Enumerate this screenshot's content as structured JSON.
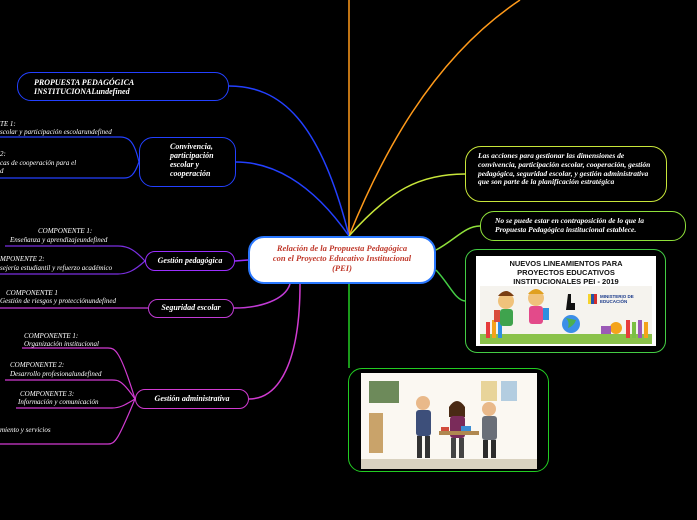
{
  "central": "Relación de la Propuesta Pedagógica con el Proyecto Educativo Institucional (PEI)",
  "left": {
    "propuesta": "PROPUESTA PEDAGÓGICA INSTITUCIONALundefined",
    "convivencia": {
      "title": "Convivencia, participación escolar y cooperación",
      "comp1_title": "TE 1:",
      "comp1_desc": "scolar y participación escolarundefined",
      "comp2_title": "2:",
      "comp2_desc_a": "cas de cooperación para el",
      "comp2_desc_b": "d"
    },
    "gestion_pedagogica": {
      "title": "Gestión pedagógica",
      "comp1_title": "COMPONENTE 1:",
      "comp1_desc": "Enseñanza y aprendizajeundefined",
      "comp2_title": "MPONENTE 2:",
      "comp2_desc": "sejería estudiantil y refuerzo académico"
    },
    "seguridad": {
      "title": "Seguridad escolar",
      "comp1_title": "COMPONENTE 1",
      "comp1_desc": "Gestión de riesgos y protecciónundefined"
    },
    "gestion_administrativa": {
      "title": "Gestión administrativa",
      "comp1_title": "COMPONENTE 1:",
      "comp1_desc": "Organización institucional",
      "comp2_title": "COMPONENTE 2:",
      "comp2_desc": "Desarrollo profesionalundefined",
      "comp3_title": "COMPONENTE 3:",
      "comp3_desc": "Información y comunicación",
      "comp4_desc": "miento y servicios"
    }
  },
  "right": {
    "dimensiones": "Las acciones para gestionar las dimensiones de convivencia, participación escolar, cooperación, gestión pedagógica, seguridad escolar, y gestión administrativa que son parte de la planificación estratégica",
    "contraposicion": "No se puede estar en contraposición de lo que la Propuesta Pedagógica institucional establece.",
    "poster_title": "NUEVOS LINEAMIENTOS PARA PROYECTOS EDUCATIVOS INSTITUCIONALES PEI - 2019",
    "ministerio": "MINISTERIO DE EDUCACIÓN"
  },
  "colors": {
    "background": "#000000",
    "blue": "#2340ff",
    "purple": "#9b2fff",
    "magenta": "#d13bd1",
    "orange": "#ff9a1a",
    "yellow_green": "#c8e63a",
    "green": "#22cc22",
    "title_red": "#c0392b"
  }
}
